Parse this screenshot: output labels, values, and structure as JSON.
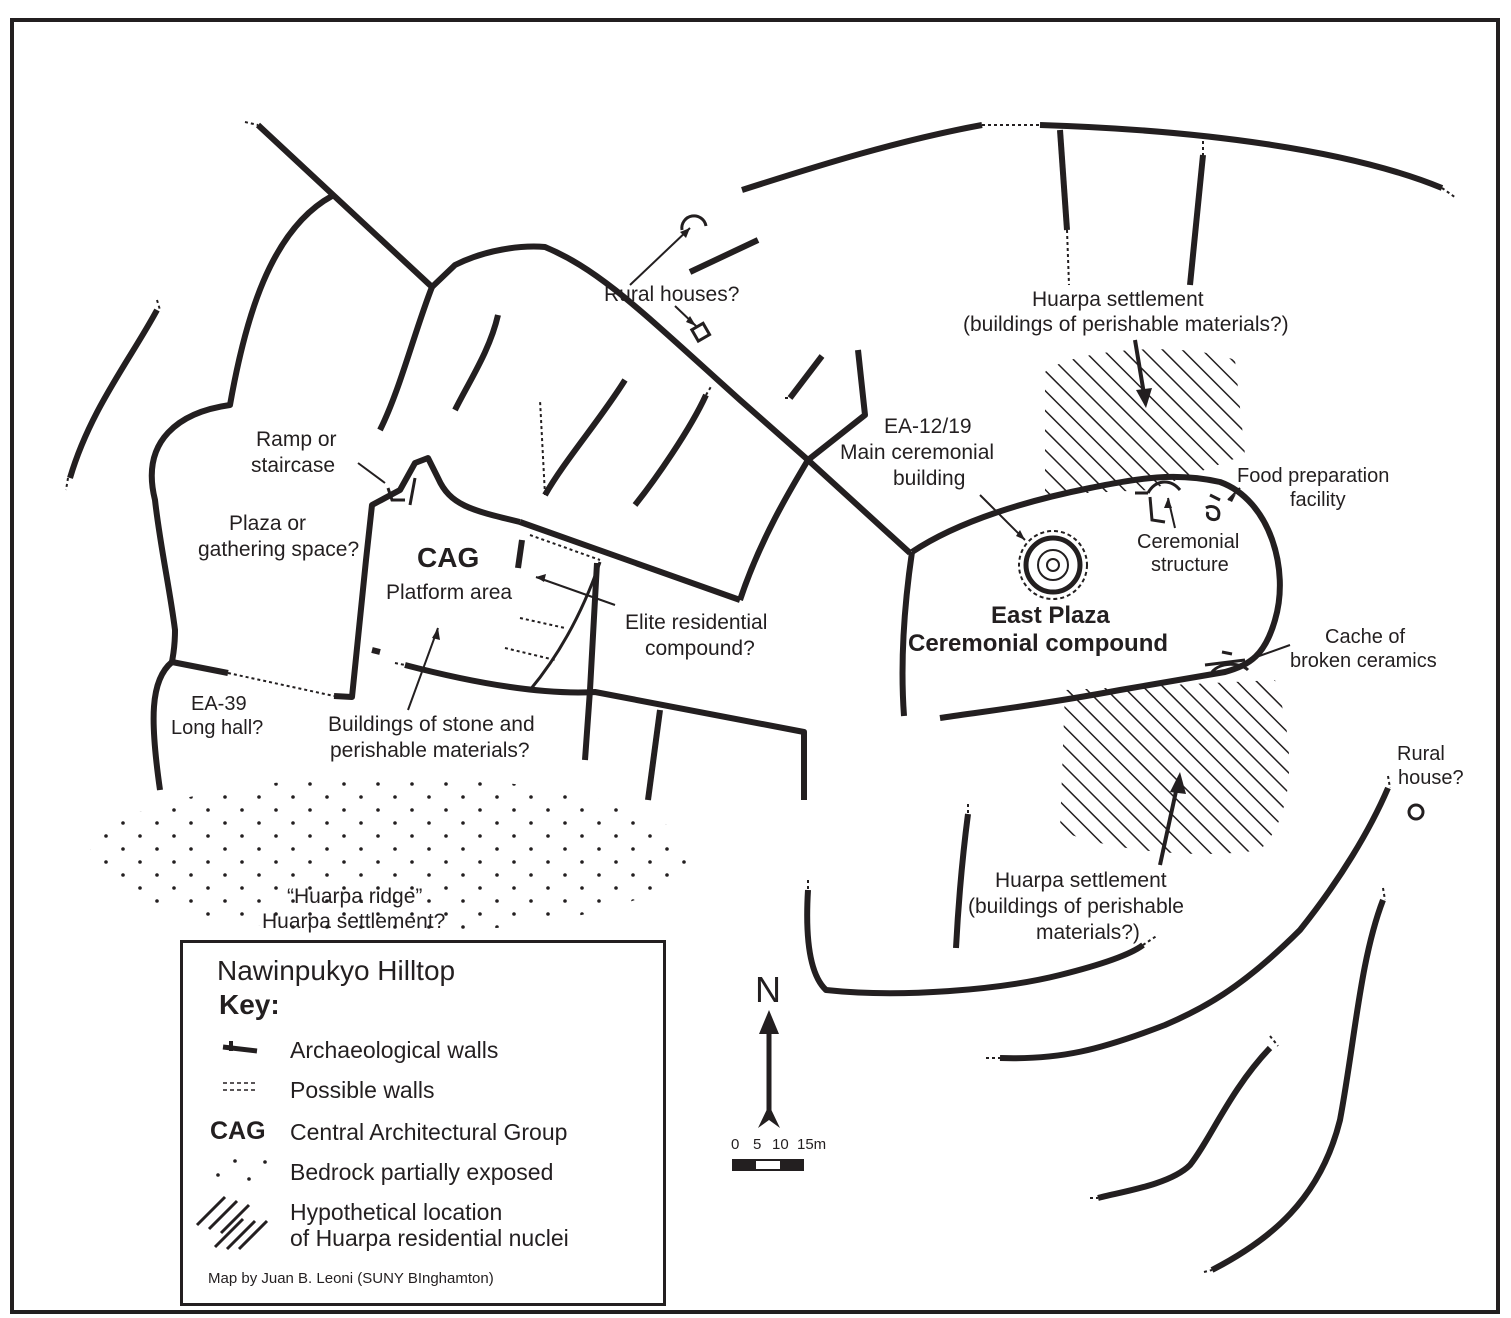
{
  "map": {
    "labels": {
      "rural_houses": "Rural houses?",
      "huarpa_n_1": "Huarpa settlement",
      "huarpa_n_2": "(buildings of perishable materials?)",
      "ea12_1": "EA-12/19",
      "ea12_2": "Main ceremonial",
      "ea12_3": "building",
      "ramp_1": "Ramp or",
      "ramp_2": "staircase",
      "plaza_1": "Plaza or",
      "plaza_2": "gathering space?",
      "cag": "CAG",
      "platform": "Platform area",
      "elite_1": "Elite residential",
      "elite_2": "compound?",
      "food_1": "Food preparation",
      "food_2": "facility",
      "cer_struct_1": "Ceremonial",
      "cer_struct_2": "structure",
      "east_plaza_1": "East Plaza",
      "east_plaza_2": "Ceremonial compound",
      "cache_1": "Cache of",
      "cache_2": "broken ceramics",
      "ea39_1": "EA-39",
      "ea39_2": "Long hall?",
      "buildings_1": "Buildings of stone and",
      "buildings_2": "perishable materials?",
      "rural_house_1": "Rural",
      "rural_house_2": "house?",
      "ridge_1": "“Huarpa ridge”",
      "ridge_2": "Huarpa settlement?",
      "huarpa_s_1": "Huarpa settlement",
      "huarpa_s_2": "(buildings of perishable",
      "huarpa_s_3": "materials?)"
    },
    "north": "N",
    "scale_ticks": [
      "0",
      "5",
      "10",
      "15m"
    ]
  },
  "legend": {
    "title": "Nawinpukyo Hilltop",
    "key_heading": "Key:",
    "items": [
      {
        "symbol": "archaeological-wall",
        "label": "Archaeological walls"
      },
      {
        "symbol": "possible-wall",
        "label": "Possible walls"
      },
      {
        "symbol": "CAG",
        "label": "Central Architectural Group"
      },
      {
        "symbol": "bedrock-dots",
        "label": "Bedrock partially exposed"
      },
      {
        "symbol": "hatching",
        "label": "Hypothetical location"
      }
    ],
    "hatch_label_2": "of Huarpa residential nuclei",
    "credit": "Map by Juan B. Leoni (SUNY BInghamton)"
  }
}
